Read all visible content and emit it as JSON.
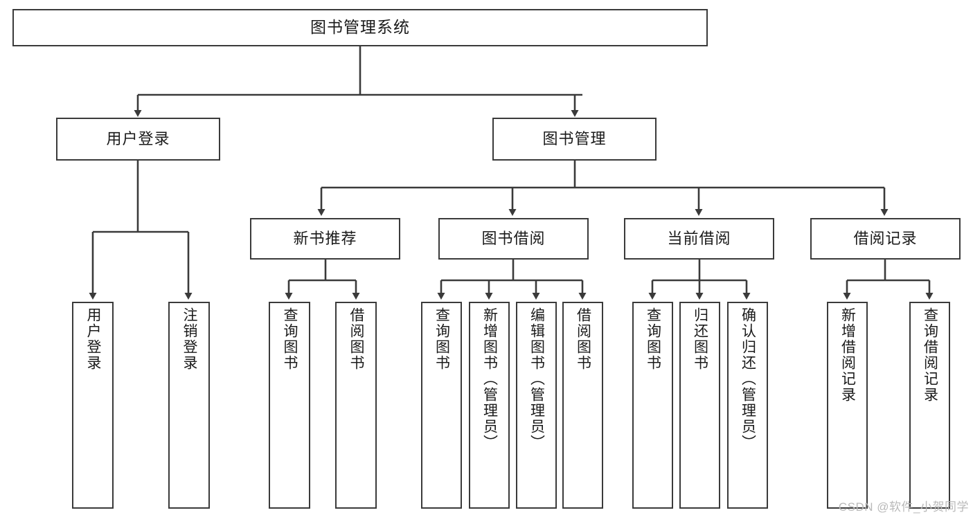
{
  "diagram": {
    "title": "图书管理系统",
    "watermark": "CSDN @软件_小贺同学",
    "colors": {
      "stroke": "#3a3a3a",
      "fill": "#ffffff",
      "text": "#1a1a1a",
      "watermark": "#b9b9b9"
    },
    "levels": {
      "root": {
        "label": "图书管理系统"
      },
      "level2": [
        {
          "label": "用户登录"
        },
        {
          "label": "图书管理"
        }
      ],
      "level3": [
        {
          "label": "新书推荐"
        },
        {
          "label": "图书借阅"
        },
        {
          "label": "当前借阅"
        },
        {
          "label": "借阅记录"
        }
      ],
      "leaves": [
        {
          "label": "用户登录"
        },
        {
          "label": "注销登录"
        },
        {
          "label": "查询图书"
        },
        {
          "label": "借阅图书"
        },
        {
          "label": "查询图书"
        },
        {
          "label": "新增图书（管理员）"
        },
        {
          "label": "编辑图书（管理员）"
        },
        {
          "label": "借阅图书"
        },
        {
          "label": "查询图书"
        },
        {
          "label": "归还图书"
        },
        {
          "label": "确认归还（管理员）"
        },
        {
          "label": "新增借阅记录"
        },
        {
          "label": "查询借阅记录"
        }
      ]
    }
  }
}
